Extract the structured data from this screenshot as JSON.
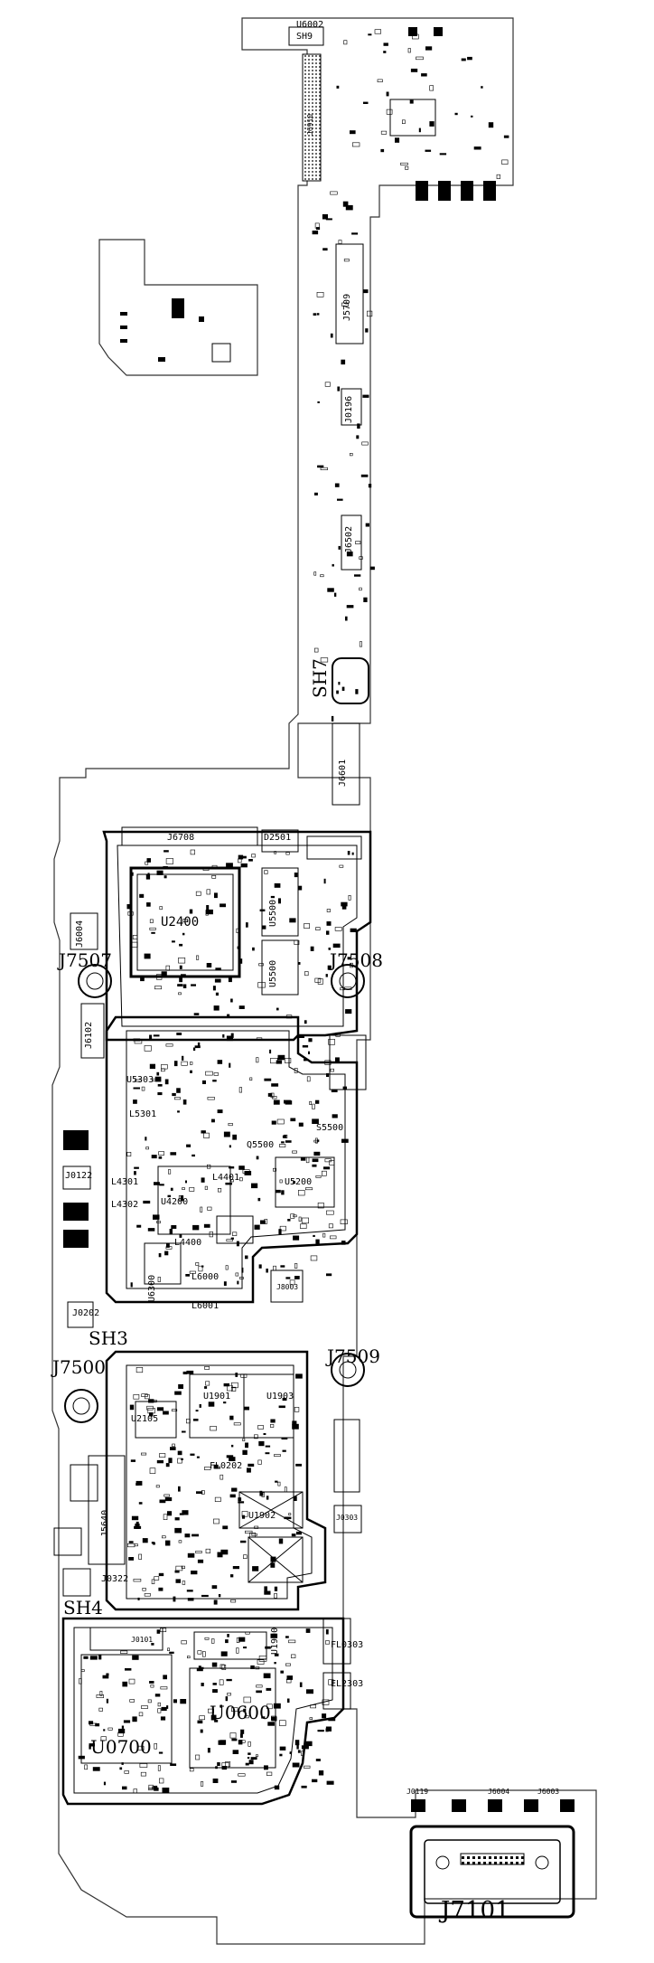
{
  "labels": {
    "u6002": "U6002",
    "sh9": "SH9",
    "j6910": "J6910",
    "j5709": "J5709",
    "j0196": "J0196",
    "j6502": "J6502",
    "sh7": "SH7",
    "j6601": "J6601",
    "j6708": "J6708",
    "d2501": "D2501",
    "j6004": "J6004",
    "u5500": "U5500",
    "u2400": "U2400",
    "u5500b": "U5500",
    "j7507": "J7507",
    "j7508": "J7508",
    "j6102": "J6102",
    "u5303": "U5303",
    "l5301": "L5301",
    "q5500": "Q5500",
    "u5200": "U5200",
    "s5500": "S5500",
    "l4301": "L4301",
    "l4302": "L4302",
    "u4200": "U4200",
    "l4401": "L4401",
    "l4400": "L4400",
    "l6000": "L6000",
    "l6001": "L6001",
    "u6300": "U6300",
    "j0122": "J0122",
    "j0202": "J0202",
    "j8003": "J8003",
    "sh3": "SH3",
    "j7500": "J7500",
    "j7509": "J7509",
    "u2105": "U2105",
    "u1901": "U1901",
    "u1903": "U1903",
    "fl0202": "FL0202",
    "j5640": "J5640",
    "j0303": "J0303",
    "u1902": "U1902",
    "sh4": "SH4",
    "j0322": "J0322",
    "j0101": "J0101",
    "u1900": "U1900",
    "fl0303": "FL0303",
    "el2303": "EL2303",
    "u0700": "U0700",
    "u0600": "U0600",
    "j0119": "J0119",
    "j6004b": "J6004",
    "j6003": "J6003",
    "j7101": "J7101"
  }
}
